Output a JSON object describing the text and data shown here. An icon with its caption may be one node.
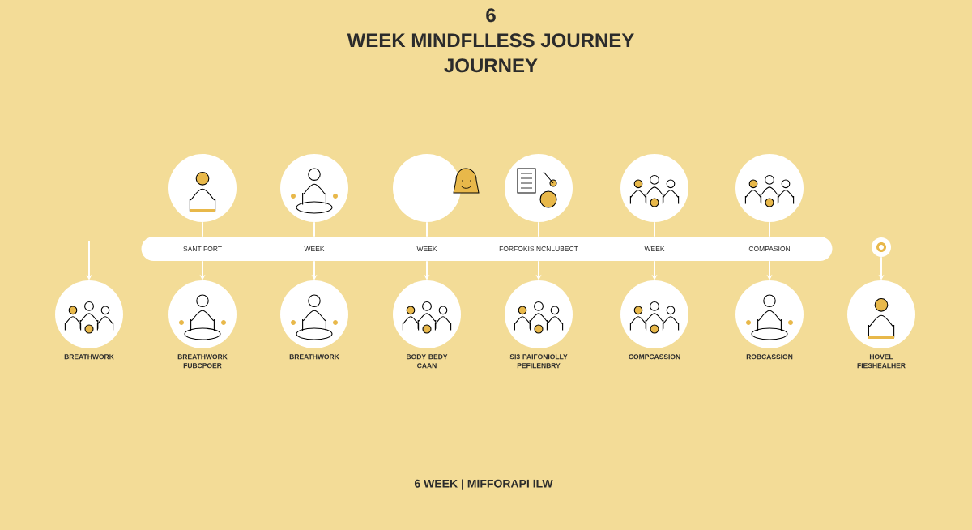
{
  "diagram": {
    "title": "6 WEEK MINDFLLESS JOURNEY JOURNEY",
    "caption": "6 WEEK | MIFFORAPI ILW",
    "nodes": [
      {
        "text": [],
        "shape": "picture"
      },
      {
        "text": [],
        "shape": "picture"
      },
      {
        "text": [],
        "shape": "circle"
      },
      {
        "text": [],
        "shape": "picture"
      },
      {
        "text": [],
        "shape": "picture"
      },
      {
        "text": [],
        "shape": "picture"
      },
      {
        "text": [],
        "shape": "bar"
      },
      {
        "text": [
          "SANT FORT"
        ],
        "in": 6
      },
      {
        "text": [
          "WEEK"
        ],
        "in": 6
      },
      {
        "text": [
          "WEEK"
        ],
        "in": 6
      },
      {
        "text": [
          "FORFOKIS NCNLUBECT"
        ],
        "in": 6
      },
      {
        "text": [
          "WEEK"
        ],
        "in": 6
      },
      {
        "text": [
          "COMPASION"
        ],
        "in": 6
      },
      {
        "text": [
          "BREATHWORK"
        ]
      },
      {
        "text": [
          "BREATHWORK FUBCPOER"
        ]
      },
      {
        "text": [
          "BREATHWORK"
        ]
      },
      {
        "text": [
          "BODY BEDY CAAN"
        ]
      },
      {
        "text": [
          "SI3 PAIFONIOLLY PEFILENBRY"
        ]
      },
      {
        "text": [
          "COMPCASSION"
        ]
      },
      {
        "text": [
          "ROBCASSION"
        ]
      },
      {
        "text": [
          "HOVEL FIESHEALHER"
        ]
      },
      {
        "text": [],
        "shape": "circle"
      }
    ],
    "edges": [
      {
        "from": null,
        "to": 13,
        "arrow": "to"
      },
      {
        "from": 0,
        "to": 7,
        "arrow": "none"
      },
      {
        "from": 1,
        "to": 8,
        "arrow": "none"
      },
      {
        "from": 2,
        "to": 9,
        "arrow": "none"
      },
      {
        "from": 3,
        "to": 10,
        "arrow": "none"
      },
      {
        "from": 4,
        "to": 11,
        "arrow": "none"
      },
      {
        "from": 5,
        "to": 12,
        "arrow": "none"
      },
      {
        "from": 7,
        "to": 14,
        "arrow": "to"
      },
      {
        "from": 8,
        "to": 15,
        "arrow": "to"
      },
      {
        "from": 9,
        "to": 16,
        "arrow": "to"
      },
      {
        "from": 10,
        "to": 17,
        "arrow": "to"
      },
      {
        "from": 11,
        "to": 18,
        "arrow": "to"
      },
      {
        "from": 12,
        "to": 19,
        "arrow": "to"
      },
      {
        "from": 21,
        "to": 20,
        "arrow": "to"
      }
    ]
  }
}
